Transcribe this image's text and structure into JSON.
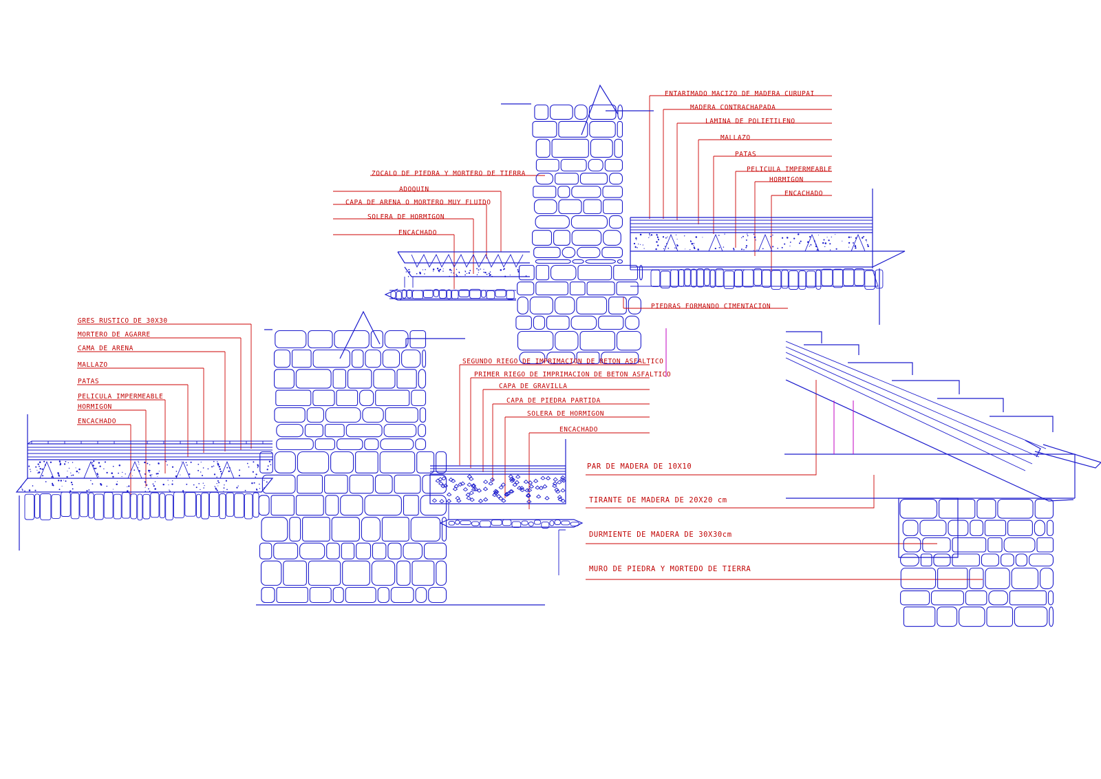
{
  "labels": {
    "topRight": [
      "ENTARIMADO MACIZO DE MADERA CURUPAI",
      "MADERA CONTRACHAPADA",
      "LAMINA DE POLIETILENO",
      "MALLAZO",
      "PATAS",
      "PELICULA IMPERMEABLE",
      "HORMIGON",
      "ENCACHADO"
    ],
    "topMiddle": [
      "ZOCALO DE PIEDRA Y MORTERO DE TIERRA",
      "ADOQUIN",
      "CAPA DE ARENA O MORTERO MUY FLUIDO",
      "SOLERA DE HORMIGON",
      "ENCACHADO"
    ],
    "foundation": "PIEDRAS FORMANDO CIMENTACION",
    "left": [
      "GRES RUSTICO DE 30X30",
      "MORTERO DE AGARRE",
      "CAMA DE ARENA",
      "MALLAZO",
      "PATAS",
      "PELICULA IMPERMEABLE",
      "HORMIGON",
      "ENCACHADO"
    ],
    "middle": [
      "SEGUNDO RIEGO DE IMPRIMACION DE BETON ASFALTICO",
      "PRIMER RIEGO DE IMPRIMACION DE BETON ASFALTICO",
      "CAPA DE GRAVILLA",
      "CAPA DE PIEDRA PARTIDA",
      "SOLERA DE HORMIGON",
      "ENCACHADO"
    ],
    "roof": [
      "PAR DE MADERA DE 10X10",
      "TIRANTE DE MADERA DE 20X20 cm",
      "DURMIENTE DE MADERA DE 30X30cm",
      "MURO DE PIEDRA Y MORTEDO DE TIERRA"
    ]
  },
  "colors": {
    "linework": "#1a1acc",
    "leaders": "#cc0000",
    "accent": "#c000c0",
    "background": "#ffffff"
  }
}
